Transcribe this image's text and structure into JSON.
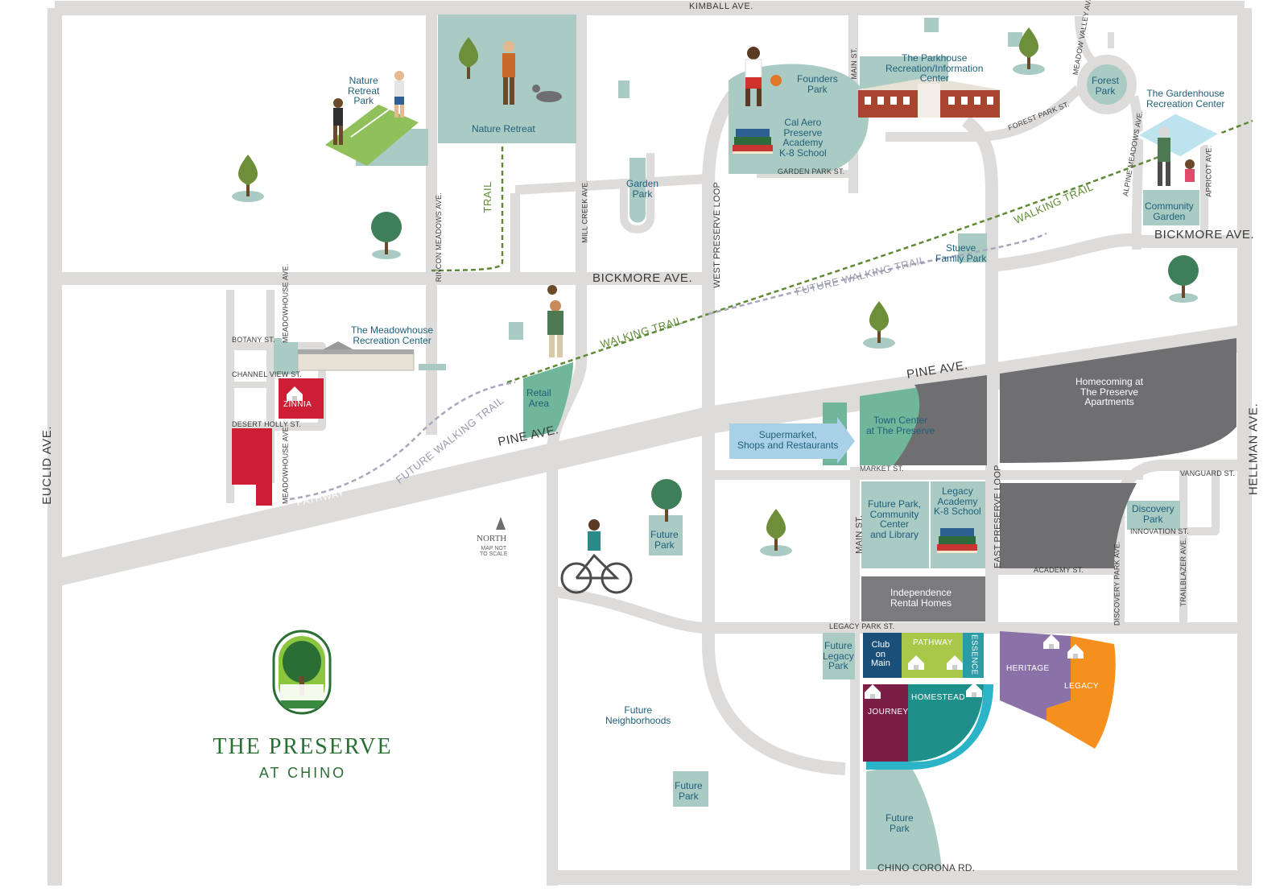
{
  "colors": {
    "road": "#dedcdb",
    "park": "#a9cbc4",
    "park_dark": "#6fb69a",
    "commercial": "#6f6f72",
    "zinnia": "#cc1f35",
    "club": "#1a4f7a",
    "pathway": "#a8c84a",
    "essence": "#2a9ca6",
    "journey": "#7a1e46",
    "homestead": "#1f8f8a",
    "homestead_ring": "#2bb3c8",
    "heritage": "#8a72a8",
    "legacy": "#f5901e",
    "walking_trail": "#5f8a34",
    "future_trail": "#a8a8bc",
    "brand_green": "#2a6e34"
  },
  "streets": {
    "kimball": "KIMBALL AVE.",
    "euclid": "EUCLID AVE.",
    "hellman": "HELLMAN AVE.",
    "bickmore_w": "BICKMORE AVE.",
    "bickmore_e": "BICKMORE AVE.",
    "pine_w": "PINE AVE.",
    "pine_e": "PINE AVE.",
    "chino_corona": "CHINO CORONA RD.",
    "west_preserve_loop": "WEST PRESERVE LOOP",
    "east_preserve_loop": "EAST PRESERVE LOOP",
    "main_st_n": "MAIN ST.",
    "main_st_s": "MAIN ST.",
    "rincon": "RINCON MEADOWS AVE.",
    "mill_creek": "MILL CREEK AVE.",
    "meadowhouse_n": "MEADOWHOUSE AVE.",
    "meadowhouse_s": "MEADOWHOUSE AVE.",
    "botany": "BOTANY ST.",
    "channel_view": "CHANNEL VIEW ST.",
    "desert_holly": "DESERT HOLLY ST.",
    "pathway": "PATHWAY",
    "garden_park_st": "GARDEN PARK ST.",
    "forest_park_st": "FOREST PARK ST.",
    "meadow_valley": "MEADOW VALLEY AVE.",
    "alpine_meadows": "ALPINE MEADOWS AVE.",
    "apricot": "APRICOT AVE.",
    "market": "MARKET ST.",
    "academy": "ACADEMY ST.",
    "legacy_park_st": "LEGACY PARK ST.",
    "vanguard": "VANGUARD ST.",
    "innovation": "INNOVATION ST.",
    "discovery_park_ave": "DISCOVERY PARK AVE.",
    "trailblazer": "TRAILBLAZER AVE."
  },
  "trails": {
    "trail": "TRAIL",
    "walking_trail_w": "WALKING TRAIL",
    "walking_trail_e": "WALKING TRAIL",
    "future_walking_trail_w": "FUTURE WALKING TRAIL",
    "future_walking_trail_e": "FUTURE WALKING TRAIL"
  },
  "places": {
    "nature_retreat_park": "Nature\nRetreat\nPark",
    "nature_retreat": "Nature Retreat",
    "founders_park": "Founders\nPark",
    "cal_aero": "Cal Aero\nPreserve\nAcademy\nK-8 School",
    "parkhouse": "The Parkhouse\nRecreation/Information\nCenter",
    "forest_park": "Forest\nPark",
    "gardenhouse": "The Gardenhouse\nRecreation Center",
    "community_garden": "Community\nGarden",
    "garden_park": "Garden\nPark",
    "stueve": "Stueve\nFamily Park",
    "meadowhouse": "The Meadowhouse\nRecreation Center",
    "retail_area": "Retail\nArea",
    "town_center": "Town Center\nat The Preserve",
    "supermarket": "Supermarket,\nShops and Restaurants",
    "homecoming": "Homecoming at\nThe Preserve\nApartments",
    "future_park_community": "Future Park,\nCommunity\nCenter\nand Library",
    "legacy_academy": "Legacy\nAcademy\nK-8 School",
    "discovery_park": "Discovery\nPark",
    "future_park_1": "Future\nPark",
    "future_park_2": "Future\nPark",
    "future_park_3": "Future\nPark",
    "independence": "Independence\nRental Homes",
    "future_legacy_park": "Future\nLegacy\nPark",
    "future_neighborhoods": "Future\nNeighborhoods"
  },
  "neighborhoods": {
    "zinnia": "ZINNIA",
    "club_on_main": "Club\non\nMain",
    "pathway": "PATHWAY",
    "essence": "ESSENCE",
    "journey": "JOURNEY",
    "homestead": "HOMESTEAD",
    "heritage": "HERITAGE",
    "legacy": "LEGACY"
  },
  "compass": {
    "north": "NORTH",
    "note": "MAP NOT\nTO SCALE"
  },
  "brand": {
    "title": "THE PRESERVE",
    "subtitle": "AT CHINO"
  },
  "icons": [
    "tree-icon",
    "house-icon",
    "book-stack-icon",
    "north-arrow-icon",
    "bicycle-rider-illustration",
    "tennis-players-illustration",
    "dog-walker-illustration",
    "basketball-player-illustration",
    "parkhouse-building-illustration",
    "meadowhouse-building-illustration",
    "gardener-illustration",
    "family-walker-illustration"
  ]
}
